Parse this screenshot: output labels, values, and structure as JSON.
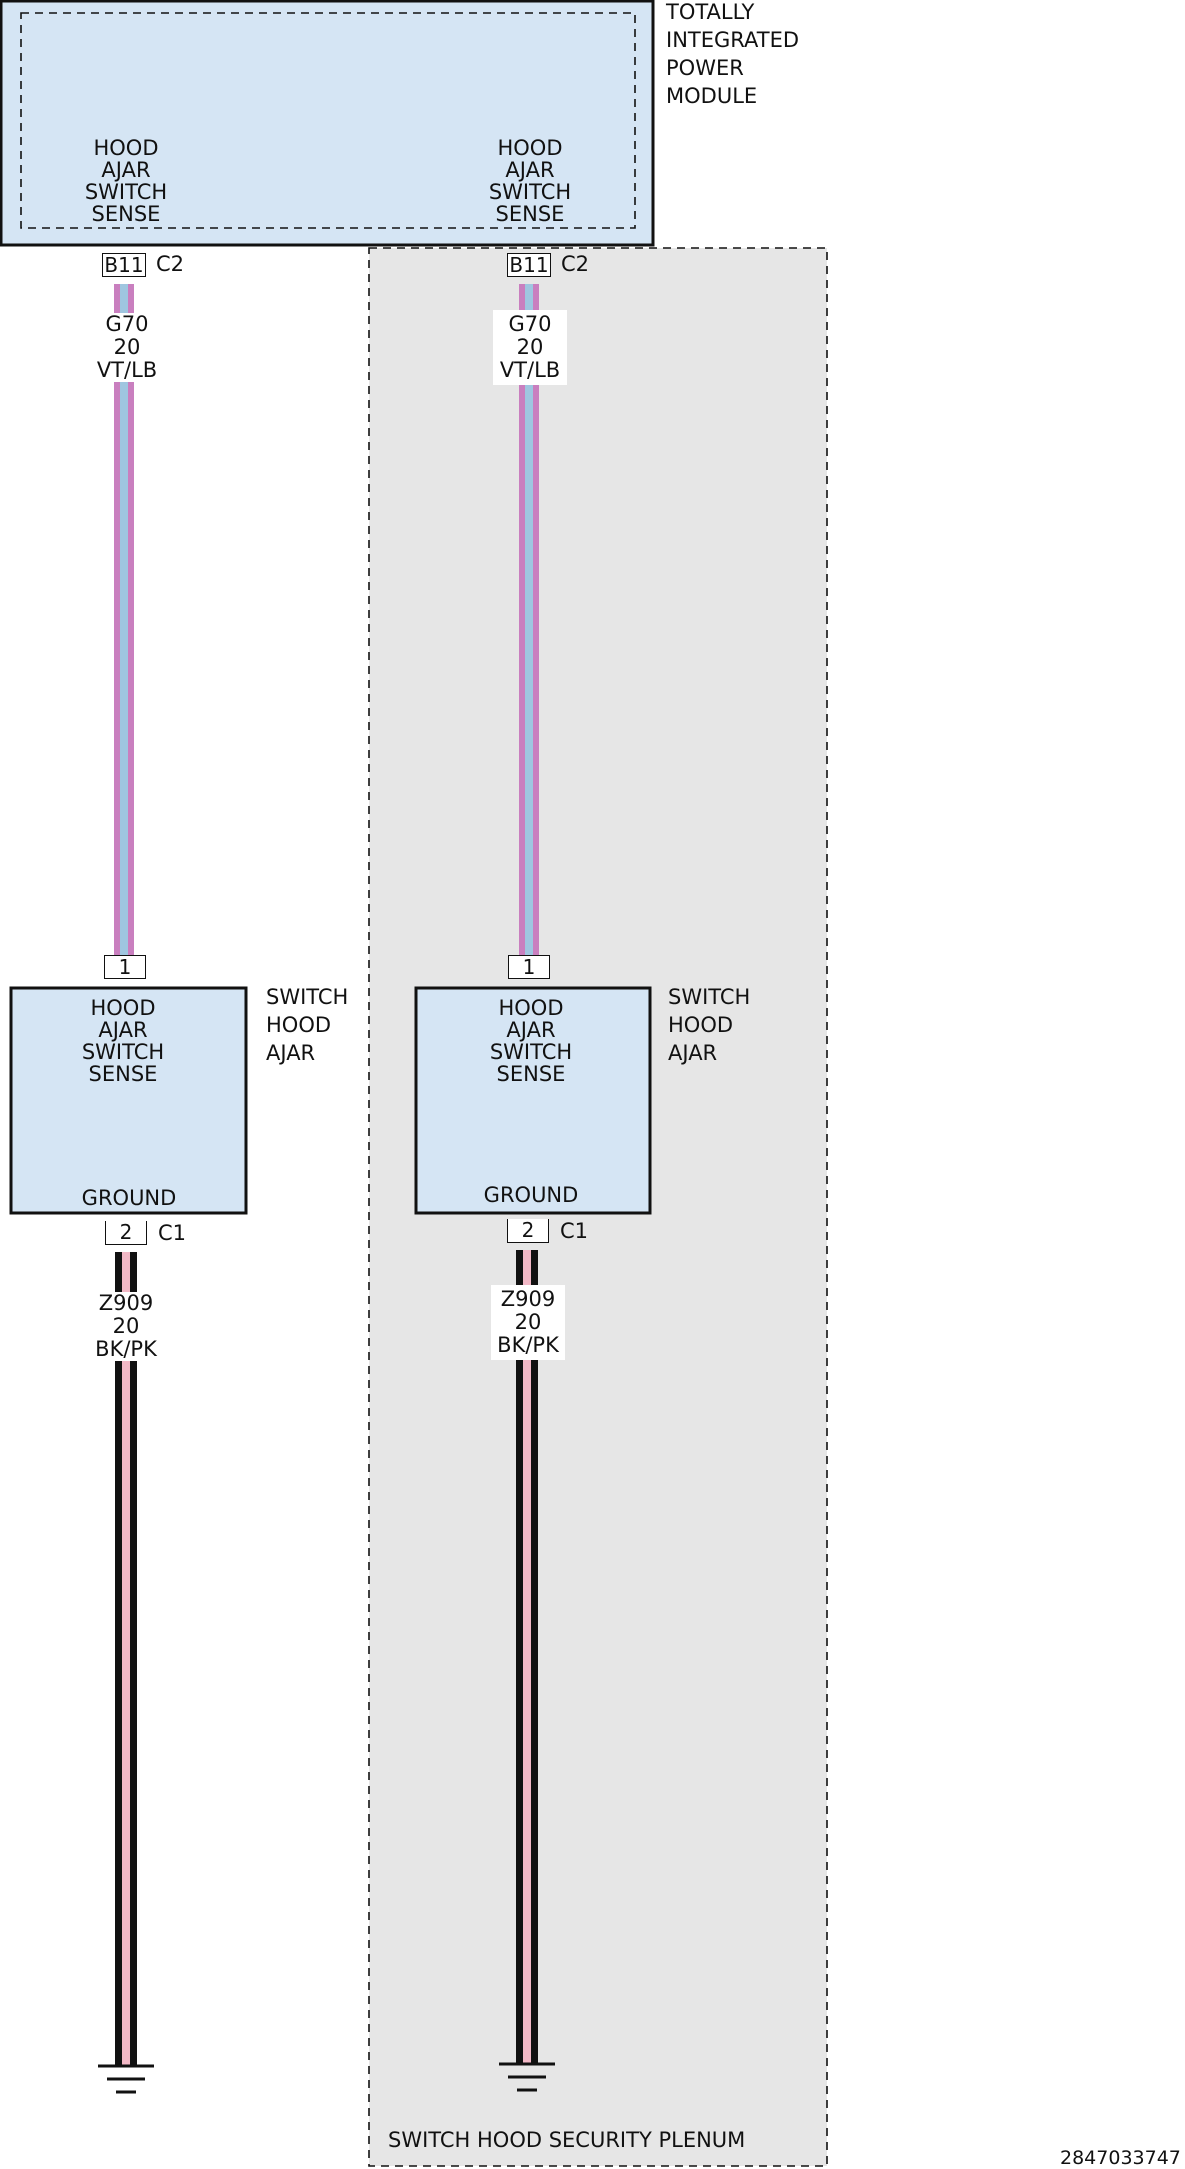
{
  "module": {
    "name_lines": [
      "TOTALLY",
      "INTEGRATED",
      "POWER",
      "MODULE"
    ],
    "left_pin_lines": [
      "HOOD",
      "AJAR",
      "SWITCH",
      "SENSE"
    ],
    "right_pin_lines": [
      "HOOD",
      "AJAR",
      "SWITCH",
      "SENSE"
    ],
    "fill": "#d5e5f4"
  },
  "connectors": {
    "module_pin": "B11",
    "module_conn": "C2",
    "switch_pin_top": "1",
    "switch_pin_bottom": "2",
    "switch_conn": "C1"
  },
  "wires": {
    "signal": {
      "circuit": "G70",
      "gauge": "20",
      "color": "VT/LB",
      "color_a": "#c97fbf",
      "color_b": "#9fc6e0"
    },
    "ground": {
      "circuit": "Z909",
      "gauge": "20",
      "color": "BK/PK",
      "color_a": "#111111",
      "color_b": "#f2b8c6"
    }
  },
  "switch": {
    "name_lines": [
      "SWITCH",
      "HOOD",
      "AJAR"
    ],
    "sense_lines": [
      "HOOD",
      "AJAR",
      "SWITCH",
      "SENSE"
    ],
    "ground_label": "GROUND",
    "fill": "#d5e5f4"
  },
  "variant_region": {
    "label": "SWITCH HOOD SECURITY PLENUM",
    "fill": "#e6e6e6"
  },
  "figure_id": "2847033747"
}
